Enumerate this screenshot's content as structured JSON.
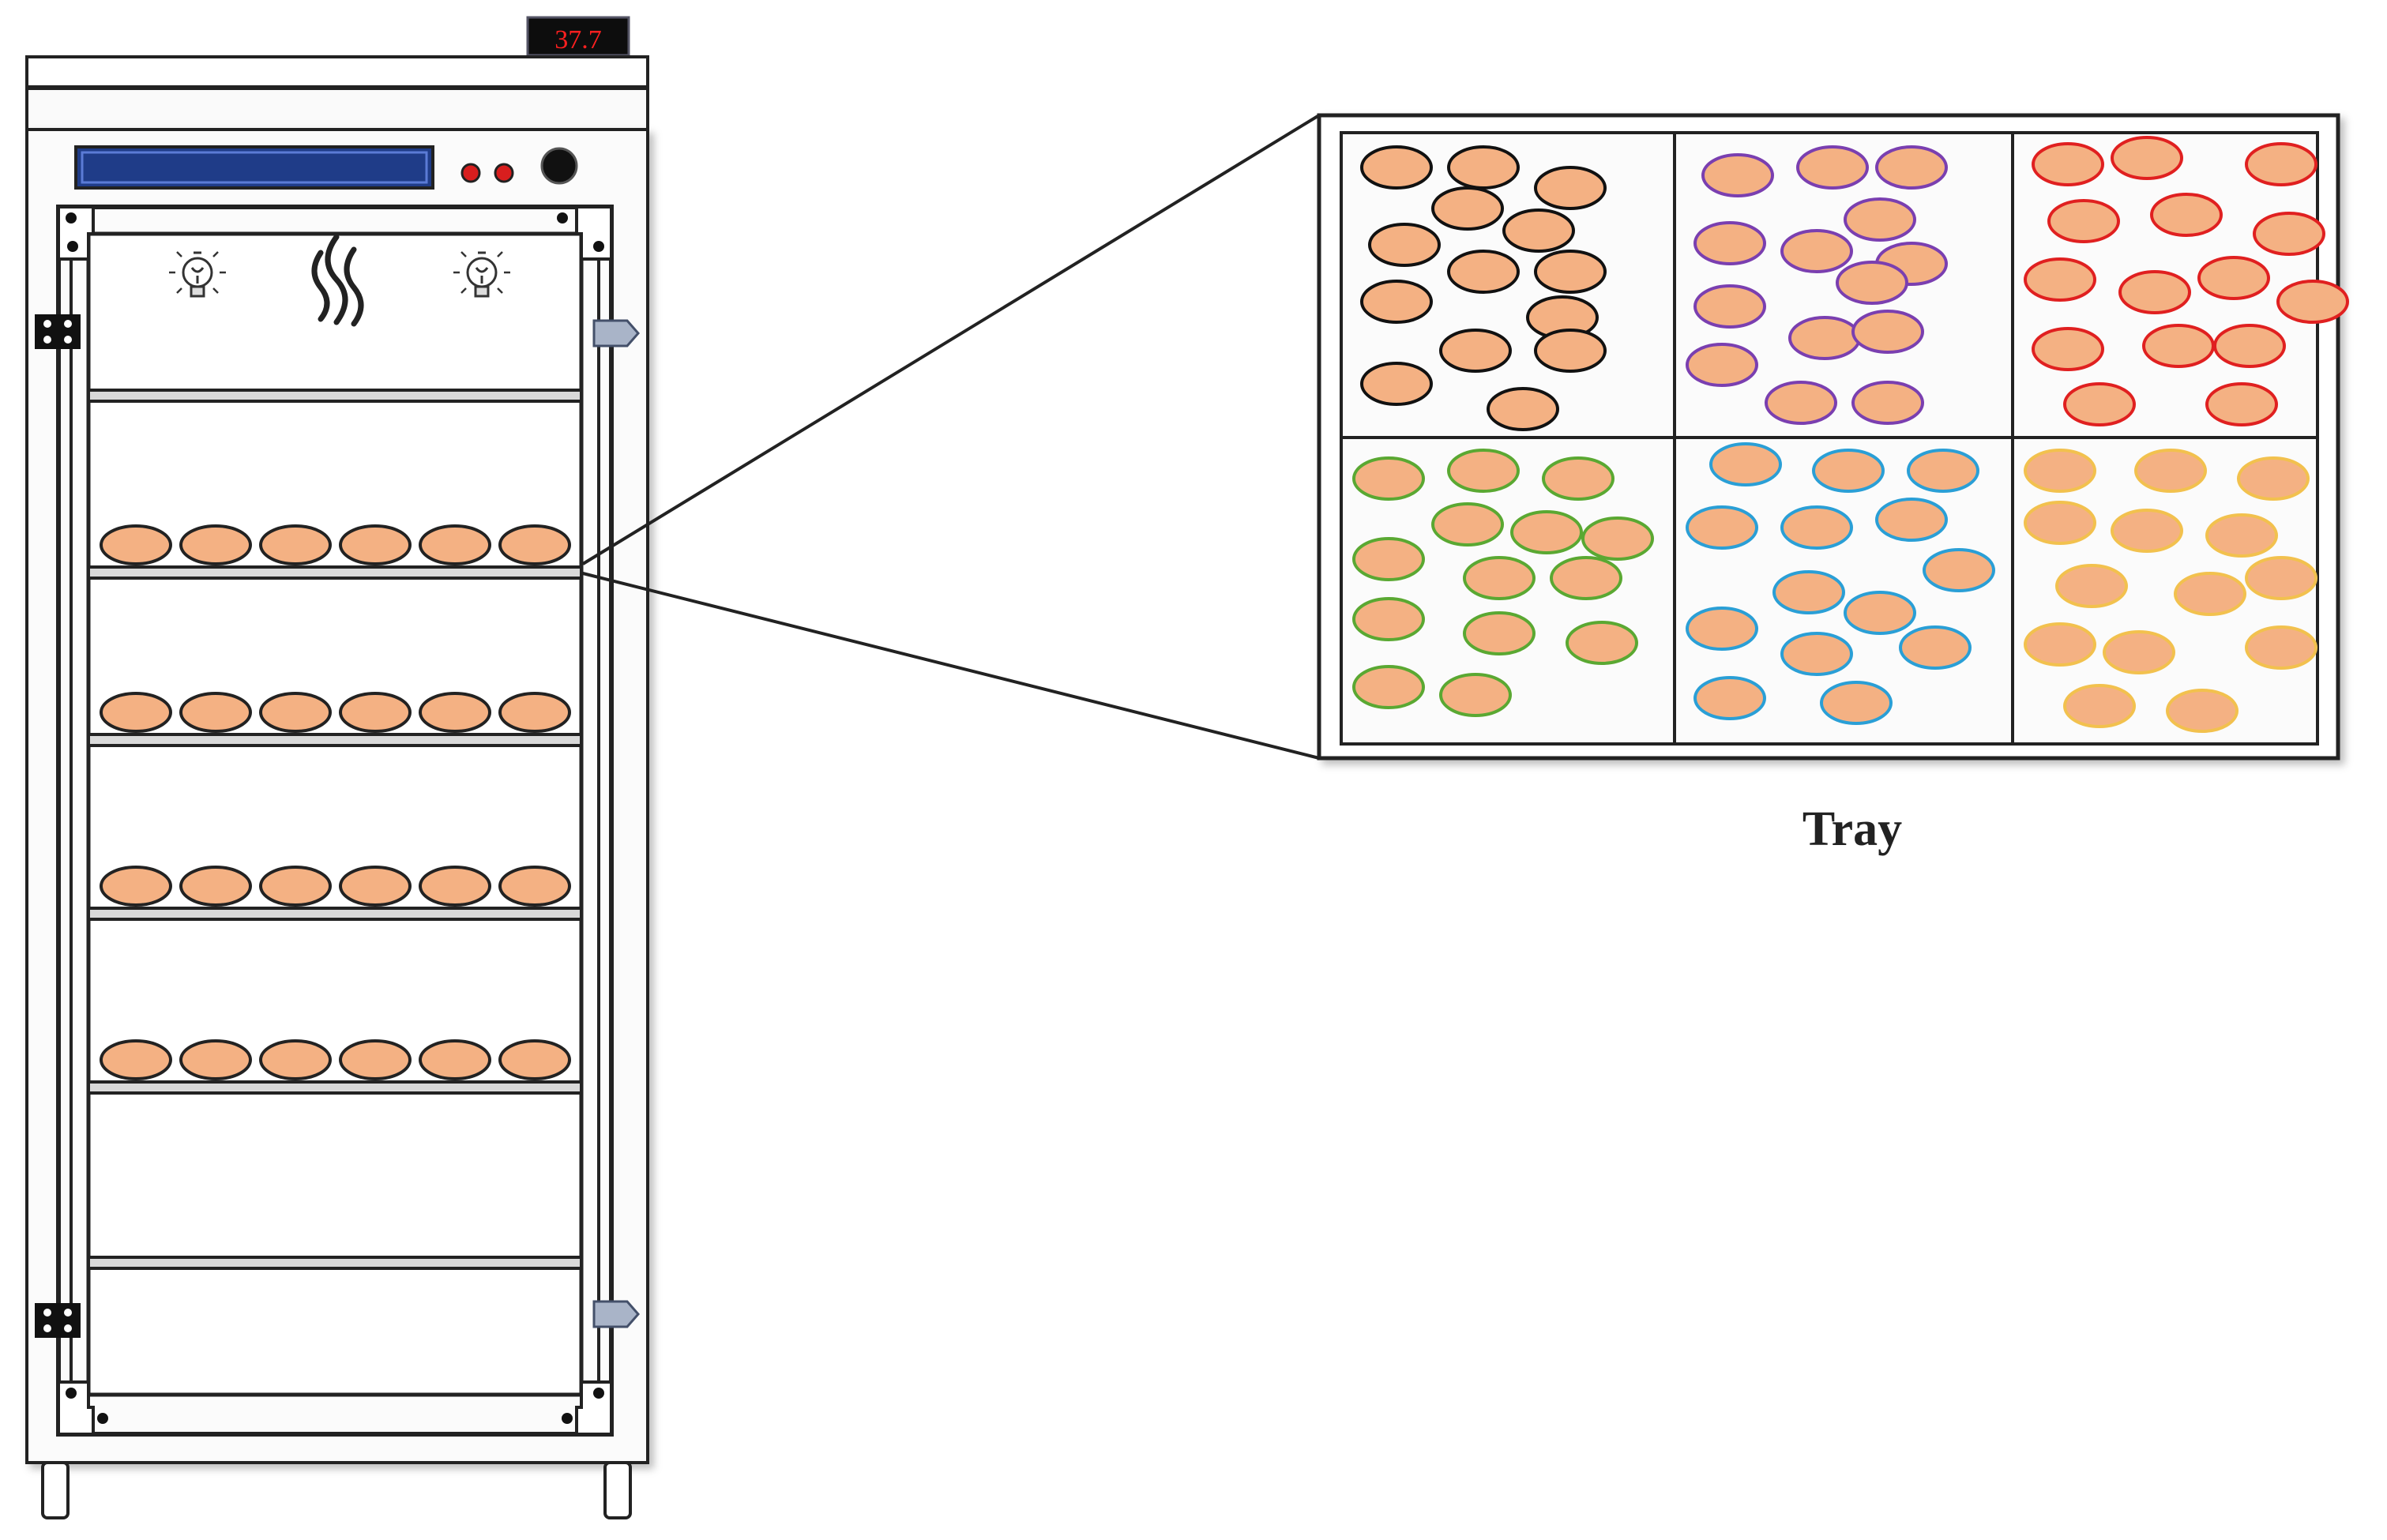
{
  "incubator": {
    "temperature_display": "37.7",
    "shelves": [
      {
        "egg_count": 0
      },
      {
        "egg_count": 6
      },
      {
        "egg_count": 6
      },
      {
        "egg_count": 6
      },
      {
        "egg_count": 6
      },
      {
        "egg_count": 0
      }
    ],
    "icons": [
      "light-bulb-icon",
      "heat-icon",
      "light-bulb-icon"
    ],
    "colors": {
      "frame": "#222222",
      "panel_fill": "#fafafa",
      "lcd_fill": "#1f3c88",
      "indicator_red": "#d81e1e",
      "knob": "#111111",
      "latch": "#a9b4c8",
      "egg_fill": "#f4b183",
      "egg_stroke": "#222222"
    }
  },
  "tray": {
    "label": "Tray",
    "compartments": [
      {
        "border_color": "#111111",
        "egg_count": 14
      },
      {
        "border_color": "#7a3fb0",
        "egg_count": 14
      },
      {
        "border_color": "#e02020",
        "egg_count": 15
      },
      {
        "border_color": "#5aa832",
        "egg_count": 14
      },
      {
        "border_color": "#2a9fd6",
        "egg_count": 14
      },
      {
        "border_color": "#f2c14e",
        "egg_count": 14
      }
    ]
  }
}
